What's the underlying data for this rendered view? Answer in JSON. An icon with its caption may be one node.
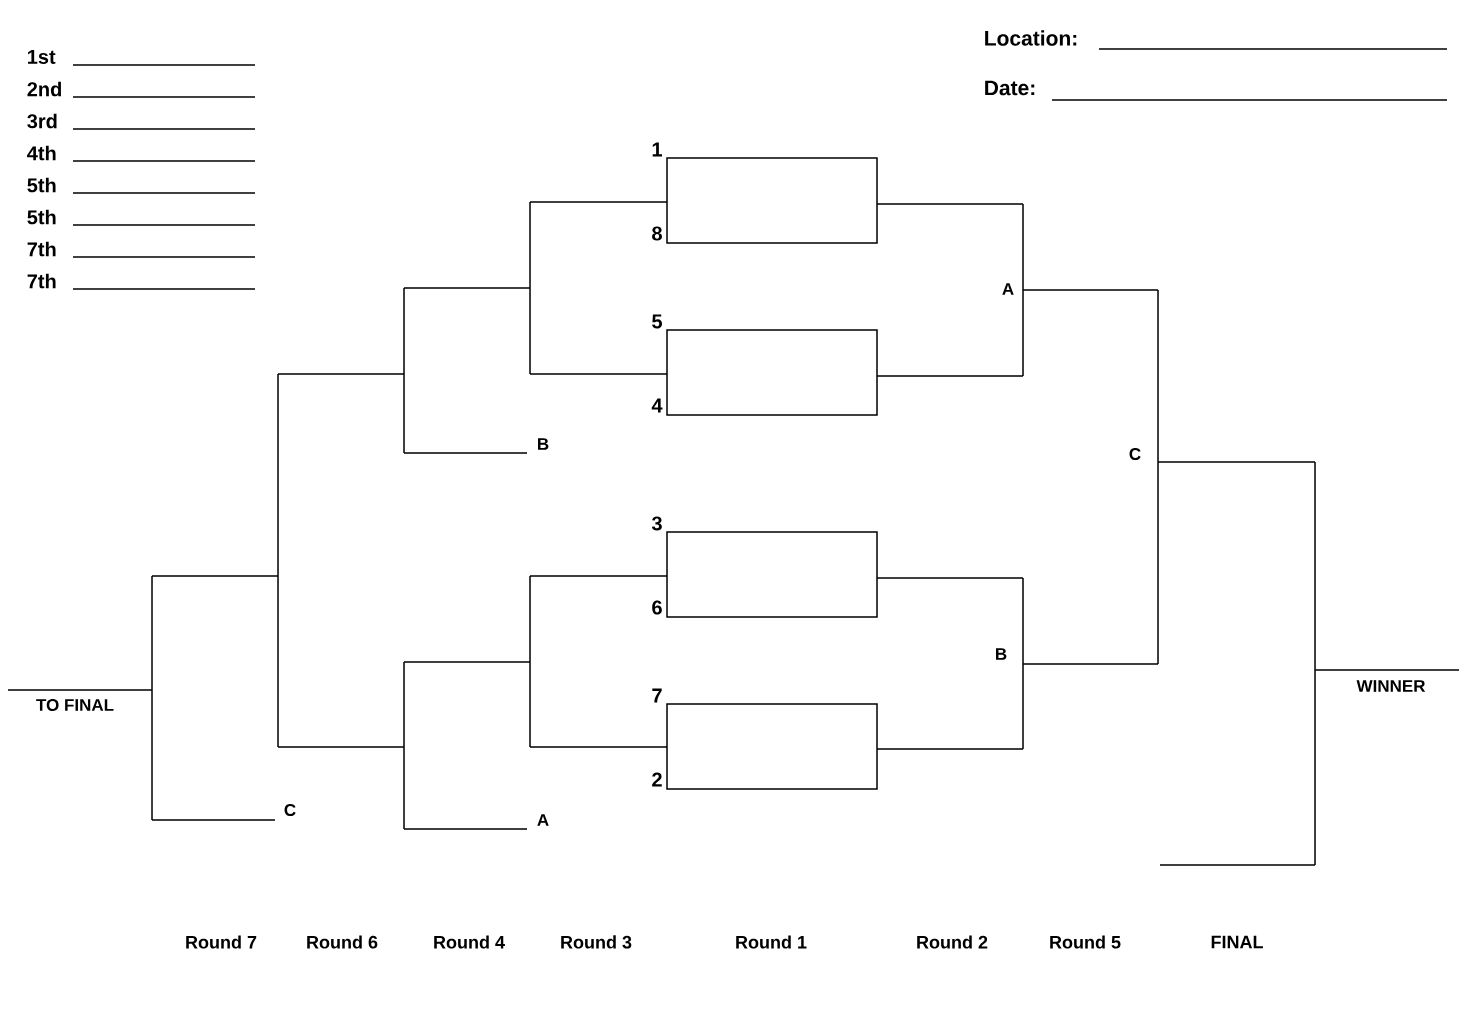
{
  "diagram": {
    "nodes": [
      {
        "text": [],
        "shape": "box",
        "beside": [
          "1",
          "8"
        ]
      },
      {
        "text": [],
        "shape": "box",
        "beside": [
          "5",
          "4"
        ]
      },
      {
        "text": [],
        "shape": "box",
        "beside": [
          "3",
          "6"
        ]
      },
      {
        "text": [],
        "shape": "box",
        "beside": [
          "7",
          "2"
        ]
      }
    ],
    "edges": [],
    "labels": [
      "1st",
      "2nd",
      "3rd",
      "4th",
      "5th",
      "5th",
      "7th",
      "7th",
      "Location:",
      "Date:",
      "A",
      "B",
      "C",
      "B",
      "WINNER",
      "TO FINAL",
      "C",
      "A",
      "Round 7",
      "Round 6",
      "Round 4",
      "Round 3",
      "Round 1",
      "Round 2",
      "Round 5",
      "FINAL"
    ]
  }
}
